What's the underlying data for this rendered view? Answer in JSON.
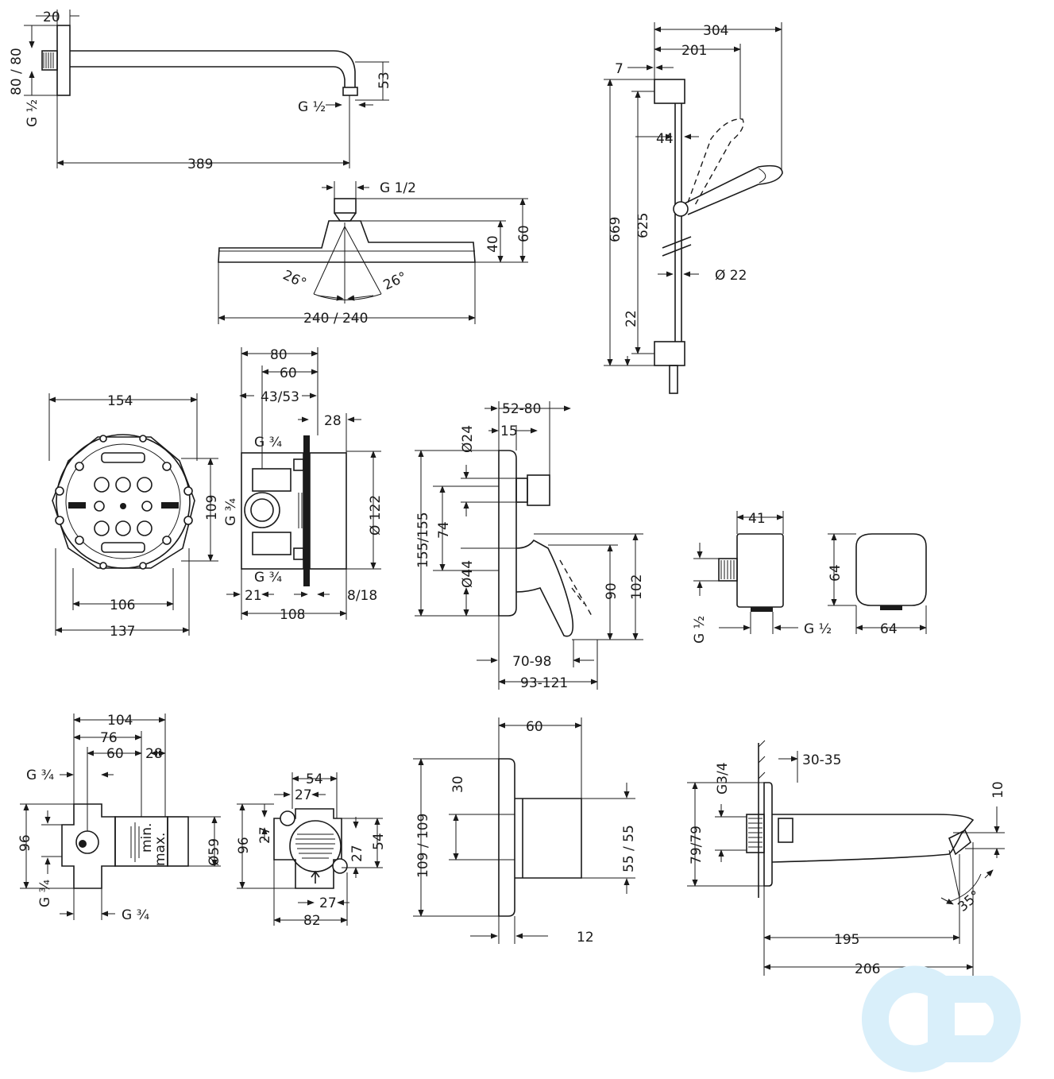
{
  "drawings": {
    "shower_arm": {
      "d_20": "20",
      "d_80_80": "80 / 80",
      "d_g_half_left": "G ½",
      "d_g_half_right": "G ½",
      "d_53": "53",
      "d_389": "389"
    },
    "overhead_shower": {
      "d_g": "G 1/2",
      "d_60": "60",
      "d_40": "40",
      "d_26_left": "26°",
      "d_26_right": "26°",
      "d_240": "240 / 240"
    },
    "shower_rail": {
      "d_304": "304",
      "d_201": "201",
      "d_7": "7",
      "d_44": "44",
      "d_669": "669",
      "d_625": "625",
      "d_22_dia": "Ø 22",
      "d_22": "22"
    },
    "ibox_front": {
      "d_154": "154",
      "d_109": "109",
      "d_106": "106",
      "d_137": "137"
    },
    "ibox_side": {
      "d_80": "80",
      "d_60": "60",
      "d_43_53": "43/53",
      "d_28": "28",
      "d_g34_top": "G ¾",
      "d_g34_mid": "G ¾",
      "d_g34_bot": "G ¾",
      "d_122": "Ø 122",
      "d_21": "21",
      "d_8_18": "8/18",
      "d_108": "108"
    },
    "mixer": {
      "d_52_80": "52-80",
      "d_15": "15",
      "d_24": "Ø24",
      "d_155": "155/155",
      "d_74": "74",
      "d_44": "Ø44",
      "d_90": "90",
      "d_102": "102",
      "d_70_98": "70-98",
      "d_93_121": "93-121"
    },
    "wall_outlet": {
      "d_41": "41",
      "d_64_h": "64",
      "d_g_left": "G ½",
      "d_g_mid": "G ½",
      "d_64_w": "64"
    },
    "valve_body": {
      "d_104": "104",
      "d_76": "76",
      "d_60": "60",
      "d_28": "28",
      "d_g34_top": "G ¾",
      "d_96": "96",
      "d_59": "Ø59",
      "d_g34_bl": "G ¾",
      "d_g34_br": "G ¾",
      "label_min": "min.",
      "label_max": "max."
    },
    "diverter": {
      "d_54_top": "54",
      "d_27_top": "27",
      "d_27_left": "27",
      "d_96": "96",
      "d_27_right": "27",
      "d_54_right": "54",
      "d_27_bot": "27",
      "d_82": "82"
    },
    "trim_plate": {
      "d_60": "60",
      "d_30": "30",
      "d_109": "109 / 109",
      "d_55": "55 / 55",
      "d_12": "12"
    },
    "spout": {
      "d_g34": "G3/4",
      "d_30_35": "30-35",
      "d_79": "79/79",
      "d_10": "10",
      "d_35": "35°",
      "d_195": "195",
      "d_206": "206"
    }
  }
}
